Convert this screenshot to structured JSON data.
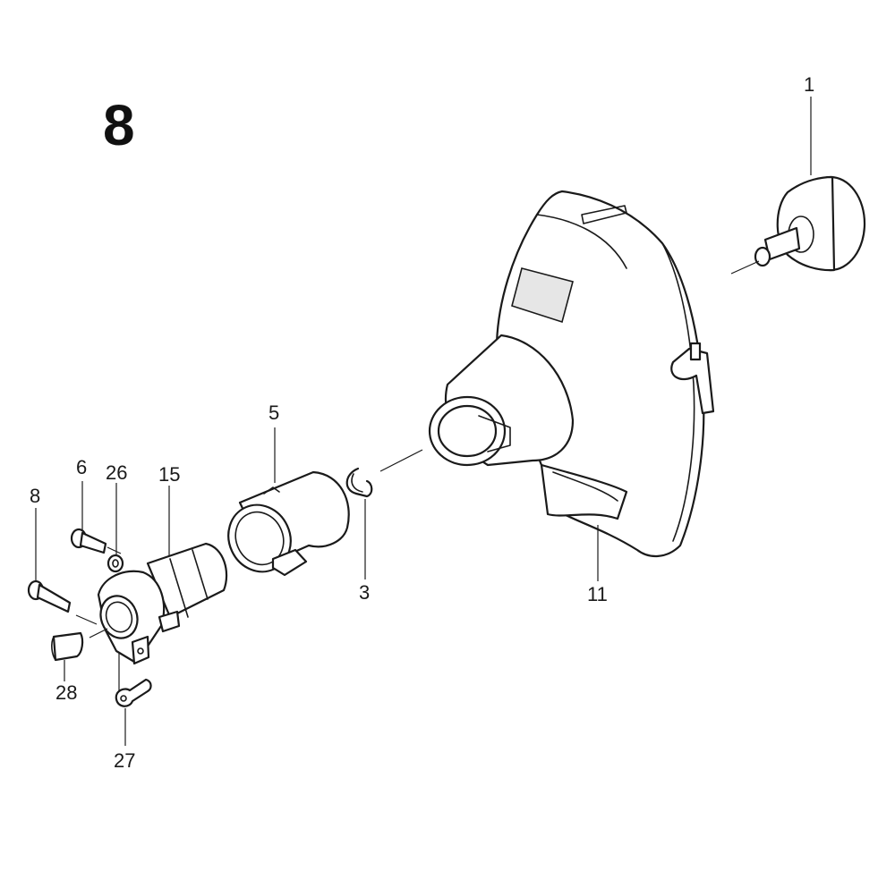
{
  "diagram": {
    "page_number": "8",
    "callouts": {
      "c1": "1",
      "c3": "3",
      "c5": "5",
      "c6": "6",
      "c8": "8",
      "c11": "11",
      "c15": "15",
      "c26": "26",
      "c27": "27",
      "c28": "28"
    }
  }
}
